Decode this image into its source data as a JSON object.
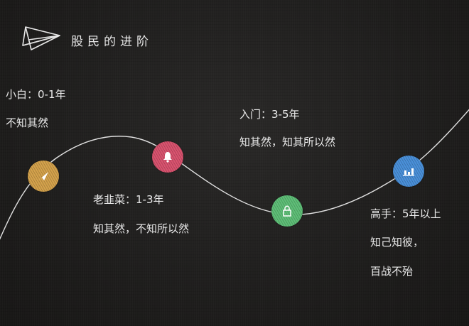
{
  "header": {
    "icon": "paper-plane-icon",
    "title": "股民的进阶"
  },
  "stages": [
    {
      "title": "小白：0-1年",
      "description": "不知其然",
      "icon": "paper-plane-icon",
      "color": "#d4a24c"
    },
    {
      "title": "老韭菜：1-3年",
      "description": "知其然，不知所以然",
      "icon": "bell-icon",
      "color": "#d9536f"
    },
    {
      "title": "入门：3-5年",
      "description": "知其然，知其所以然",
      "icon": "lock-icon",
      "color": "#5fbf78"
    },
    {
      "title": "高手：5年以上",
      "description_line1": "知己知彼，",
      "description_line2": "百战不殆",
      "icon": "bar-chart-icon",
      "color": "#4a90d9"
    }
  ],
  "colors": {
    "background": "#1f1e1d",
    "curve": "#e0e0e0",
    "text": "#eaeaea"
  }
}
